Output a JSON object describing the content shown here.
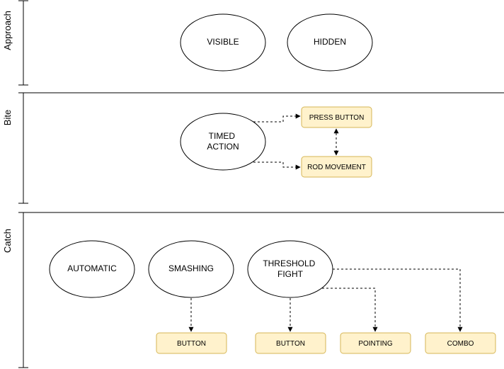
{
  "lanes": [
    {
      "label": "Approach"
    },
    {
      "label": "Bite"
    },
    {
      "label": "Catch"
    }
  ],
  "nodes": {
    "visible": {
      "label": "VISIBLE"
    },
    "hidden": {
      "label": "HIDDEN"
    },
    "timed_action": {
      "lines": [
        "TIMED",
        "ACTION"
      ]
    },
    "press_button": {
      "label": "PRESS BUTTON"
    },
    "rod_movement": {
      "label": "ROD MOVEMENT"
    },
    "automatic": {
      "label": "AUTOMATIC"
    },
    "smashing": {
      "label": "SMASHING"
    },
    "threshold_fight": {
      "lines": [
        "THRESHOLD",
        "FIGHT"
      ]
    },
    "button_smash": {
      "label": "BUTTON"
    },
    "button_threshold": {
      "label": "BUTTON"
    },
    "pointing": {
      "label": "POINTING"
    },
    "combo": {
      "label": "COMBO"
    }
  },
  "colors": {
    "box_fill": "#fff2cc",
    "box_stroke": "#d6b656",
    "line": "#000000",
    "background": "#ffffff"
  }
}
